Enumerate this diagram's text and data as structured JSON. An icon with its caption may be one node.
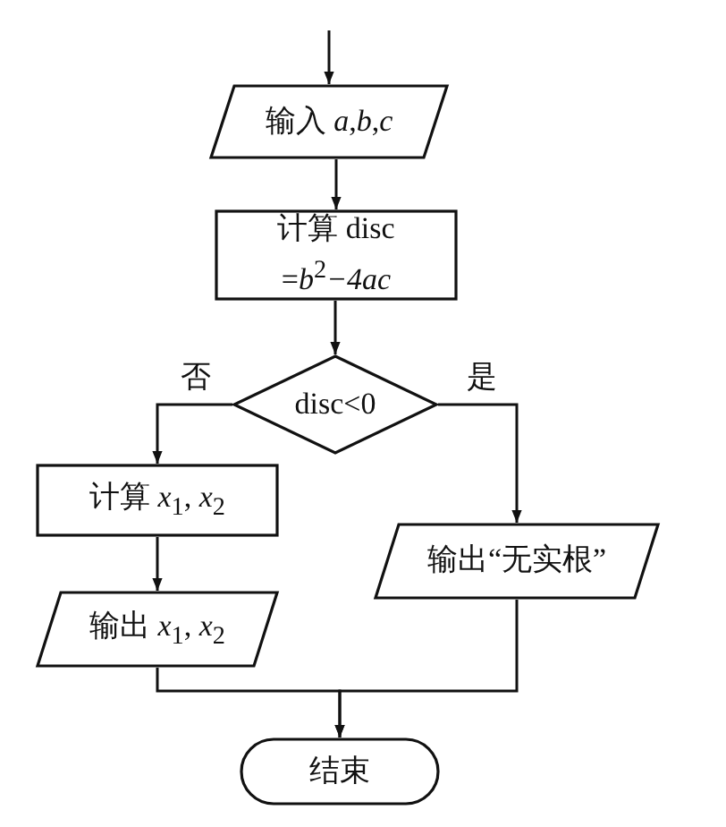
{
  "diagram": {
    "nodes": [
      {
        "text": [
          "输入 *a*,*b*,*c*"
        ]
      },
      {
        "text": [
          "计算 disc =*b*$^{2}$*−4ac*"
        ]
      },
      {
        "text": [
          "disc<0"
        ]
      },
      {
        "text": [
          "计算 *x*$_{1}$, *x*$_{2}$"
        ]
      },
      {
        "text": [
          "输出“无实根”"
        ]
      },
      {
        "text": [
          "输出 *x*$_{1}$, *x*$_{2}$"
        ]
      },
      {
        "text": [
          "结束"
        ]
      }
    ],
    "edges": [
      {
        "from": null,
        "to": 0,
        "arrow": "to"
      },
      {
        "from": 0,
        "to": 1,
        "arrow": "to"
      },
      {
        "from": 1,
        "to": 2,
        "arrow": "to"
      },
      {
        "from": 2,
        "to": 3,
        "arrow": "to",
        "label": "否"
      },
      {
        "from": 2,
        "to": 4,
        "arrow": "to",
        "label": "是"
      },
      {
        "from": 3,
        "to": 5,
        "arrow": "to"
      },
      {
        "from": 5,
        "to": 6,
        "arrow": "to"
      },
      {
        "from": 4,
        "to": 6,
        "arrow": "to"
      }
    ]
  }
}
